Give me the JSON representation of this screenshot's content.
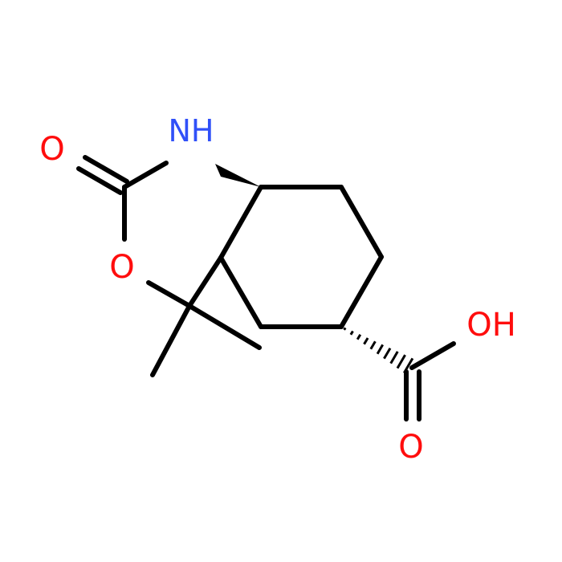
{
  "molecule": {
    "atoms": {
      "o_carbonyl": {
        "label": "O",
        "color": "#ff0d0d"
      },
      "n_amine": {
        "label": "NH",
        "color": "#3050f8"
      },
      "o_ring": {
        "label": "O",
        "color": "#ff0d0d"
      },
      "o_hydroxyl": {
        "label": "OH",
        "color": "#ff0d0d"
      },
      "o_acid": {
        "label": "O",
        "color": "#ff0d0d"
      }
    },
    "bond_color": "#000000"
  }
}
